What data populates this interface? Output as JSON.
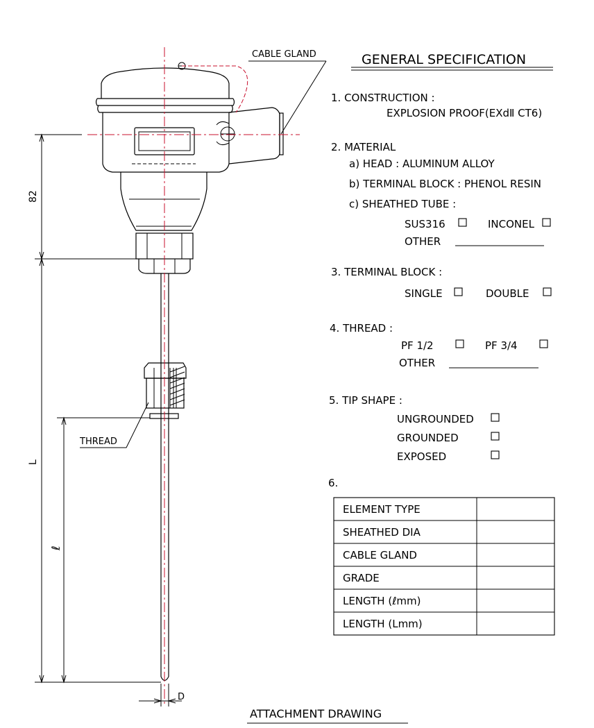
{
  "drawing": {
    "colors": {
      "line": "#000000",
      "centerline": "#c8102e",
      "background": "#ffffff"
    },
    "labels": {
      "cable_gland": "CABLE GLAND",
      "thread": "THREAD",
      "dim_82": "82",
      "dim_L": "L",
      "dim_l": "ℓ",
      "dim_D": "D"
    },
    "footer_title": "ATTACHMENT DRAWING"
  },
  "spec": {
    "title": "GENERAL SPECIFICATION",
    "construction": {
      "heading": "1. CONSTRUCTION :",
      "value": "EXPLOSION PROOF(EXdⅡ CT6)"
    },
    "material": {
      "heading": "2. MATERIAL",
      "head": "a) HEAD : ALUMINUM ALLOY",
      "terminal": "b) TERMINAL BLOCK : PHENOL RESIN",
      "tube": "c) SHEATHED TUBE :",
      "opt_sus": "SUS316",
      "opt_inconel": "INCONEL",
      "opt_other": "OTHER"
    },
    "terminal_block": {
      "heading": "3. TERMINAL BLOCK :",
      "opt_single": "SINGLE",
      "opt_double": "DOUBLE"
    },
    "thread": {
      "heading": "4. THREAD :",
      "opt_pf12": "PF 1/2",
      "opt_pf34": "PF 3/4",
      "opt_other": "OTHER"
    },
    "tip": {
      "heading": "5. TIP SHAPE :",
      "opt_ungrounded": "UNGROUNDED",
      "opt_grounded": "GROUNDED",
      "opt_exposed": "EXPOSED"
    },
    "table_heading": "6.",
    "table_rows": [
      "ELEMENT TYPE",
      "SHEATHED DIA",
      "CABLE GLAND",
      "GRADE",
      "LENGTH (ℓmm)",
      "LENGTH (Lmm)"
    ]
  }
}
